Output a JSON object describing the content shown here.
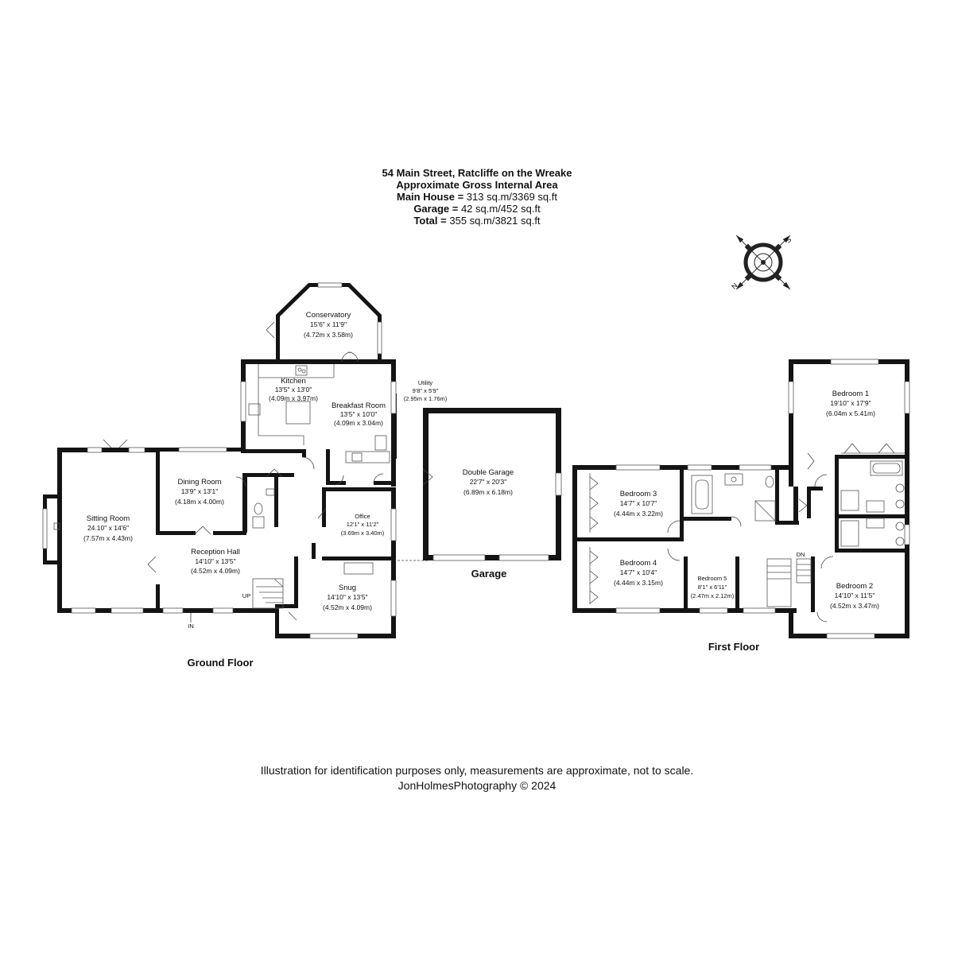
{
  "header": {
    "address": "54 Main Street, Ratcliffe on the Wreake",
    "subtitle": "Approximate Gross Internal Area",
    "main_house_label": "Main House =",
    "main_house_value": "313 sq.m/3369 sq.ft",
    "garage_label": "Garage =",
    "garage_value": "42 sq.m/452 sq.ft",
    "total_label": "Total =",
    "total_value": "355 sq.m/3821 sq.ft"
  },
  "compass": {
    "icon": "compass-rose-icon",
    "n": "N",
    "s": "S"
  },
  "ground_floor": {
    "label": "Ground Floor",
    "rooms": {
      "conservatory": {
        "name": "Conservatory",
        "imperial": "15'6\" x 11'9\"",
        "metric": "(4.72m x 3.58m)"
      },
      "kitchen": {
        "name": "Kitchen",
        "imperial": "13'5\" x 13'0\"",
        "metric": "(4.09m x 3.97m)"
      },
      "breakfast": {
        "name": "Breakfast Room",
        "imperial": "13'5\" x 10'0\"",
        "metric": "(4.09m x 3.04m)"
      },
      "utility": {
        "name": "Utility",
        "imperial": "9'8\" x 5'9\"",
        "metric": "(2.95m x 1.76m)"
      },
      "sitting": {
        "name": "Sitting Room",
        "imperial": "24.10\" x 14'6\"",
        "metric": "(7.57m x 4.43m)"
      },
      "dining": {
        "name": "Dining Room",
        "imperial": "13'9\" x 13'1\"",
        "metric": "(4.18m x 4.00m)"
      },
      "office": {
        "name": "Office",
        "imperial": "12'1\" x 11'2\"",
        "metric": "(3.69m x 3.40m)"
      },
      "reception": {
        "name": "Reception Hall",
        "imperial": "14'10\" x 13'5\"",
        "metric": "(4.52m x 4.09m)"
      },
      "snug": {
        "name": "Snug",
        "imperial": "14'10\" x 13'5\"",
        "metric": "(4.52m x 4.09m)"
      }
    },
    "up_label": "UP",
    "in_label": "IN"
  },
  "garage": {
    "label": "Garage",
    "room": {
      "name": "Double Garage",
      "imperial": "22'7\" x 20'3\"",
      "metric": "(6.89m x 6.18m)"
    }
  },
  "first_floor": {
    "label": "First Floor",
    "rooms": {
      "bedroom1": {
        "name": "Bedroom 1",
        "imperial": "19'10\" x 17'9\"",
        "metric": "(6.04m x 5.41m)"
      },
      "bedroom3": {
        "name": "Bedroom 3",
        "imperial": "14'7\" x 10'7\"",
        "metric": "(4.44m x 3.22m)"
      },
      "bedroom4": {
        "name": "Bedroom 4",
        "imperial": "14'7\" x 10'4\"",
        "metric": "(4.44m x 3.15m)"
      },
      "bedroom5": {
        "name": "Bedroom 5",
        "imperial": "8'1\" x 6'11\"",
        "metric": "(2.47m x 2.12m)"
      },
      "bedroom2": {
        "name": "Bedroom 2",
        "imperial": "14'10\" x 11'5\"",
        "metric": "(4.52m x 3.47m)"
      }
    },
    "dn_label": "DN"
  },
  "footer": {
    "disclaimer": "Illustration for identification purposes only, measurements are approximate, not to scale.",
    "credit": "JonHolmesPhotography © 2024"
  }
}
